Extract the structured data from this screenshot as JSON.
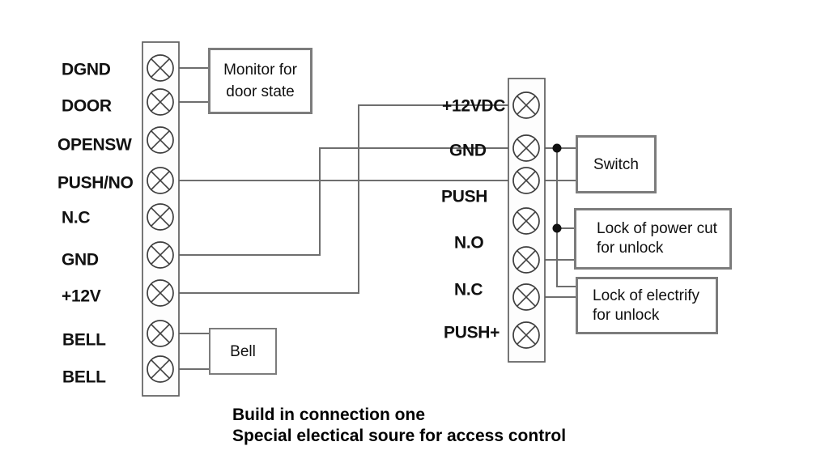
{
  "diagram_type": "wiring-diagram",
  "left_block": {
    "labels": [
      "DGND",
      "DOOR",
      "OPENSW",
      "PUSH/NO",
      "N.C",
      "GND",
      "+12V",
      "BELL",
      "BELL"
    ]
  },
  "right_block": {
    "labels": [
      "+12VDC",
      "GND",
      "PUSH",
      "N.O",
      "N.C",
      "PUSH+"
    ]
  },
  "callouts": {
    "monitor": {
      "line1": "Monitor for",
      "line2": "door state"
    },
    "switch": {
      "label": "Switch"
    },
    "lock_power_cut": {
      "line1": "Lock of power cut",
      "line2": "for unlock"
    },
    "lock_electrify": {
      "line1": "Lock of electrify",
      "line2": "for unlock"
    },
    "bell": {
      "label": "Bell"
    }
  },
  "caption": {
    "line1": "Build in connection one",
    "line2": "Special electical soure for access control"
  },
  "icons": {
    "terminal": "circle-with-x-contact",
    "junction": "solder-dot"
  },
  "colors": {
    "background": "#ffffff",
    "wire": "#6e6e6e",
    "terminal_stroke": "#3f3f3f",
    "block_stroke": "#5f5f5f",
    "box_border": "#7c7c7c",
    "text": "#111111",
    "junction_dot": "#111111"
  }
}
